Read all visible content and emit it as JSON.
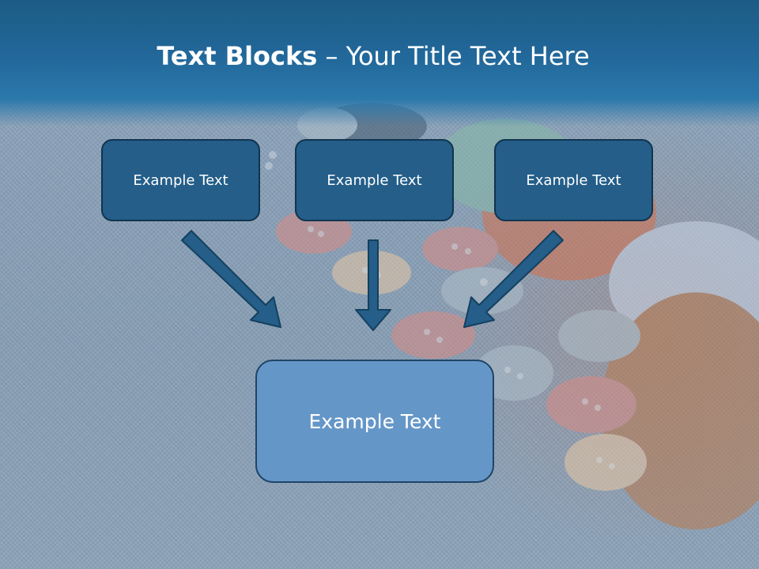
{
  "slide": {
    "title_bold": "Text Blocks",
    "title_dash": "–",
    "title_rest": "Your Title Text Here"
  },
  "blocks": [
    {
      "label": "Example Text"
    },
    {
      "label": "Example Text"
    },
    {
      "label": "Example Text"
    }
  ],
  "target_block": {
    "label": "Example Text"
  },
  "colors": {
    "header": "#22689a",
    "block_fill": "#245e89",
    "target_fill": "#6596c8",
    "arrow": "#245e89"
  },
  "background_image": "buttons-and-thread-on-denim"
}
